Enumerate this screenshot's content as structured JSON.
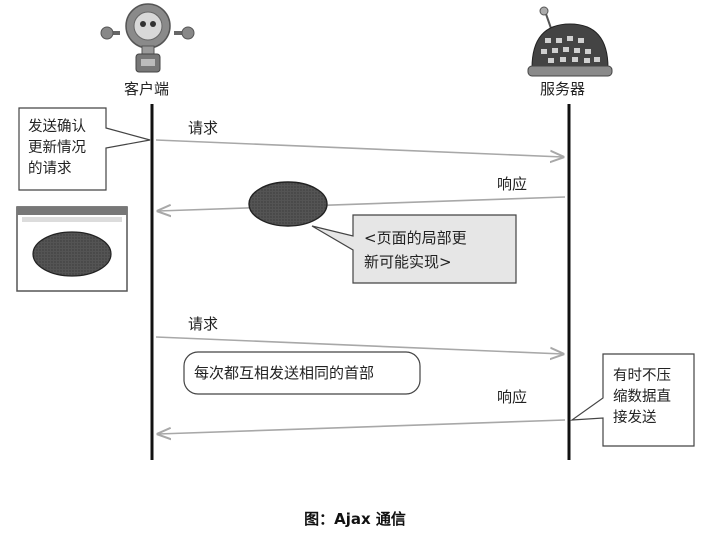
{
  "client": {
    "label": "客户端"
  },
  "server": {
    "label": "服务器"
  },
  "messages": {
    "request_1": "请求",
    "response_1": "响应",
    "request_2": "请求",
    "response_2": "响应"
  },
  "notes": {
    "confirm_request": [
      "发送确认",
      "更新情况",
      "的请求"
    ],
    "partial_update": [
      "<页面的局部更",
      "新可能实现>"
    ],
    "same_headers": "每次都互相发送相同的首部",
    "uncompressed": [
      "有时不压",
      "缩数据直",
      "接发送"
    ]
  },
  "caption": "图：Ajax 通信",
  "colors": {
    "lifeline": "#111111",
    "arrow": "#a8a8a8",
    "blob": "#4a4a4a",
    "note_fill": "#e6e6e6"
  }
}
